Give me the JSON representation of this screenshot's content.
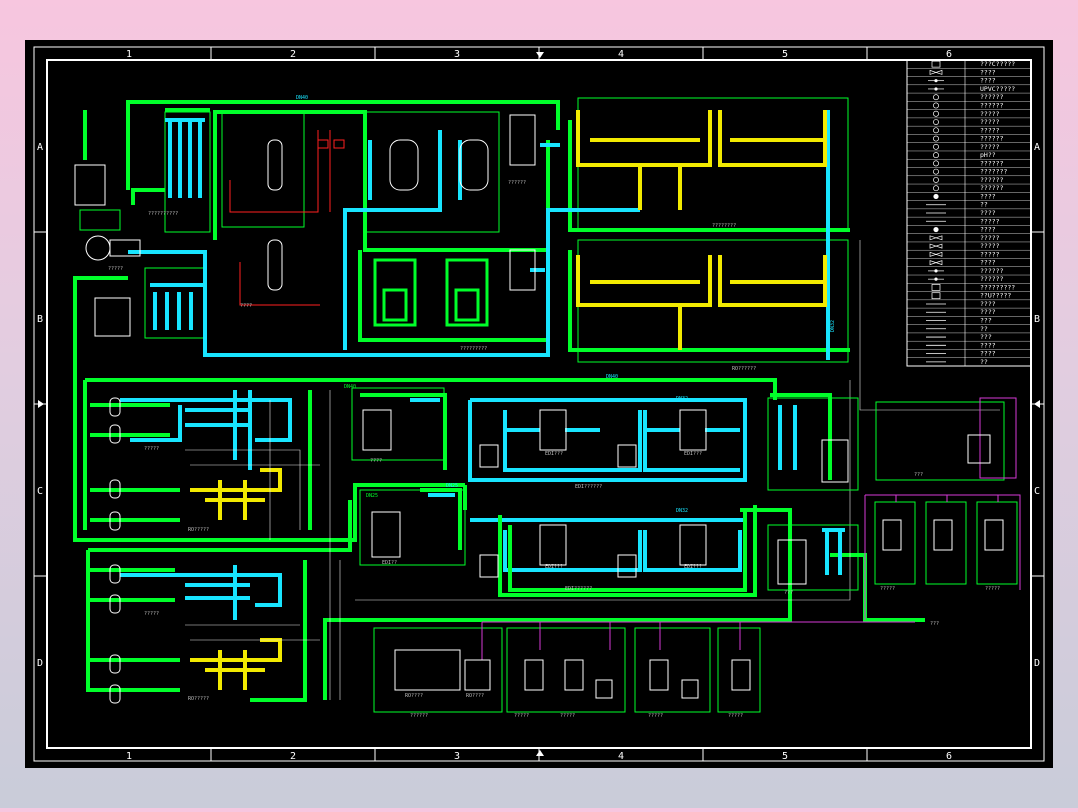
{
  "drawing": {
    "colors": {
      "background": "#000000",
      "frame": "#ffffff",
      "main_line": "#00ff2a",
      "water_line": "#18e5ff",
      "product_line": "#f2ea00",
      "signal_line": "#e8e8e8",
      "alarm": "#ff2020",
      "instrument_line": "#d63ad6"
    },
    "col_labels": [
      "1",
      "2",
      "3",
      "4",
      "5",
      "6"
    ],
    "row_labels": [
      "A",
      "B",
      "C",
      "D"
    ],
    "legend_rows": [
      {
        "icon": "tank-icon",
        "text": "???C?????"
      },
      {
        "icon": "valve-icon",
        "text": "????"
      },
      {
        "icon": "check-valve-icon",
        "text": "????"
      },
      {
        "icon": "meter-icon",
        "text": "UPVC?????"
      },
      {
        "icon": "gauge-icon",
        "text": "??????"
      },
      {
        "icon": "gauge-icon",
        "text": "??????"
      },
      {
        "icon": "gauge-icon",
        "text": "?????"
      },
      {
        "icon": "gauge-icon",
        "text": "?????"
      },
      {
        "icon": "gauge-icon",
        "text": "?????"
      },
      {
        "icon": "gauge-icon",
        "text": "??????"
      },
      {
        "icon": "gauge-icon",
        "text": "?????"
      },
      {
        "icon": "gauge-icon",
        "text": "pH??"
      },
      {
        "icon": "gauge-icon",
        "text": "??????"
      },
      {
        "icon": "gauge-icon",
        "text": "???????"
      },
      {
        "icon": "gauge-icon",
        "text": "??????"
      },
      {
        "icon": "gauge-icon",
        "text": "??????"
      },
      {
        "icon": "pump-icon",
        "text": "????"
      },
      {
        "icon": "line-icon",
        "text": "??"
      },
      {
        "icon": "line-icon",
        "text": "????"
      },
      {
        "icon": "line-icon",
        "text": "?????"
      },
      {
        "icon": "pump-icon",
        "text": "????"
      },
      {
        "icon": "valve-icon",
        "text": "?????"
      },
      {
        "icon": "valve-icon",
        "text": "?????"
      },
      {
        "icon": "valve-icon",
        "text": "?????"
      },
      {
        "icon": "valve-icon",
        "text": "????"
      },
      {
        "icon": "meter-icon",
        "text": "??????"
      },
      {
        "icon": "meter-icon",
        "text": "??????"
      },
      {
        "icon": "tank-icon",
        "text": "?????????"
      },
      {
        "icon": "tank-icon",
        "text": "??U?????"
      },
      {
        "icon": "line-icon",
        "text": "????"
      },
      {
        "icon": "line-icon",
        "text": "????"
      },
      {
        "icon": "line-icon",
        "text": "???"
      },
      {
        "icon": "line-icon",
        "text": "??"
      },
      {
        "icon": "line-icon",
        "text": "???"
      },
      {
        "icon": "line-icon",
        "text": "????"
      },
      {
        "icon": "line-icon",
        "text": "????"
      },
      {
        "icon": "line-icon",
        "text": "??"
      }
    ],
    "labels": {
      "raw_water_pump": "?????",
      "multimedia_filter": "??????????",
      "softener": "?????????",
      "ro_unit_a": "????????",
      "security_filter": "??????",
      "reagent_tank": "????",
      "line_top": "DN40",
      "line_mid_a": "DN40",
      "line_mid_b": "DN40",
      "line_c1": "DN32",
      "line_c2": "DN32",
      "line_c3": "DN25",
      "line_c4": "DN25",
      "line_d1": "DN25",
      "line_vert": "DN32",
      "edi_1": "EDI???",
      "edi_2": "EDI???",
      "edi_3": "EDI???",
      "edi_4": "EDI???",
      "edi_box": "EDI??????",
      "edi_box_2": "EDI??????",
      "water_tank": "????",
      "pure_tank": "EDI??",
      "dosing_system_a": "?????",
      "dosing_system_b": "?????",
      "ro_system": "RO?????",
      "ro_system_b": "RO?????",
      "prod_tank": "???",
      "sampling": "?????",
      "sampling_b": "?????",
      "cleaning": "?????",
      "cleaning_b": "?????",
      "ph_adjust": "???",
      "pump_set": "?????",
      "pump_set_b": "?????",
      "ro_cleaning": "RO????",
      "ro_cleaning_b": "RO????",
      "control": "??????",
      "drain": "???",
      "ro_box": "RO??????"
    }
  }
}
